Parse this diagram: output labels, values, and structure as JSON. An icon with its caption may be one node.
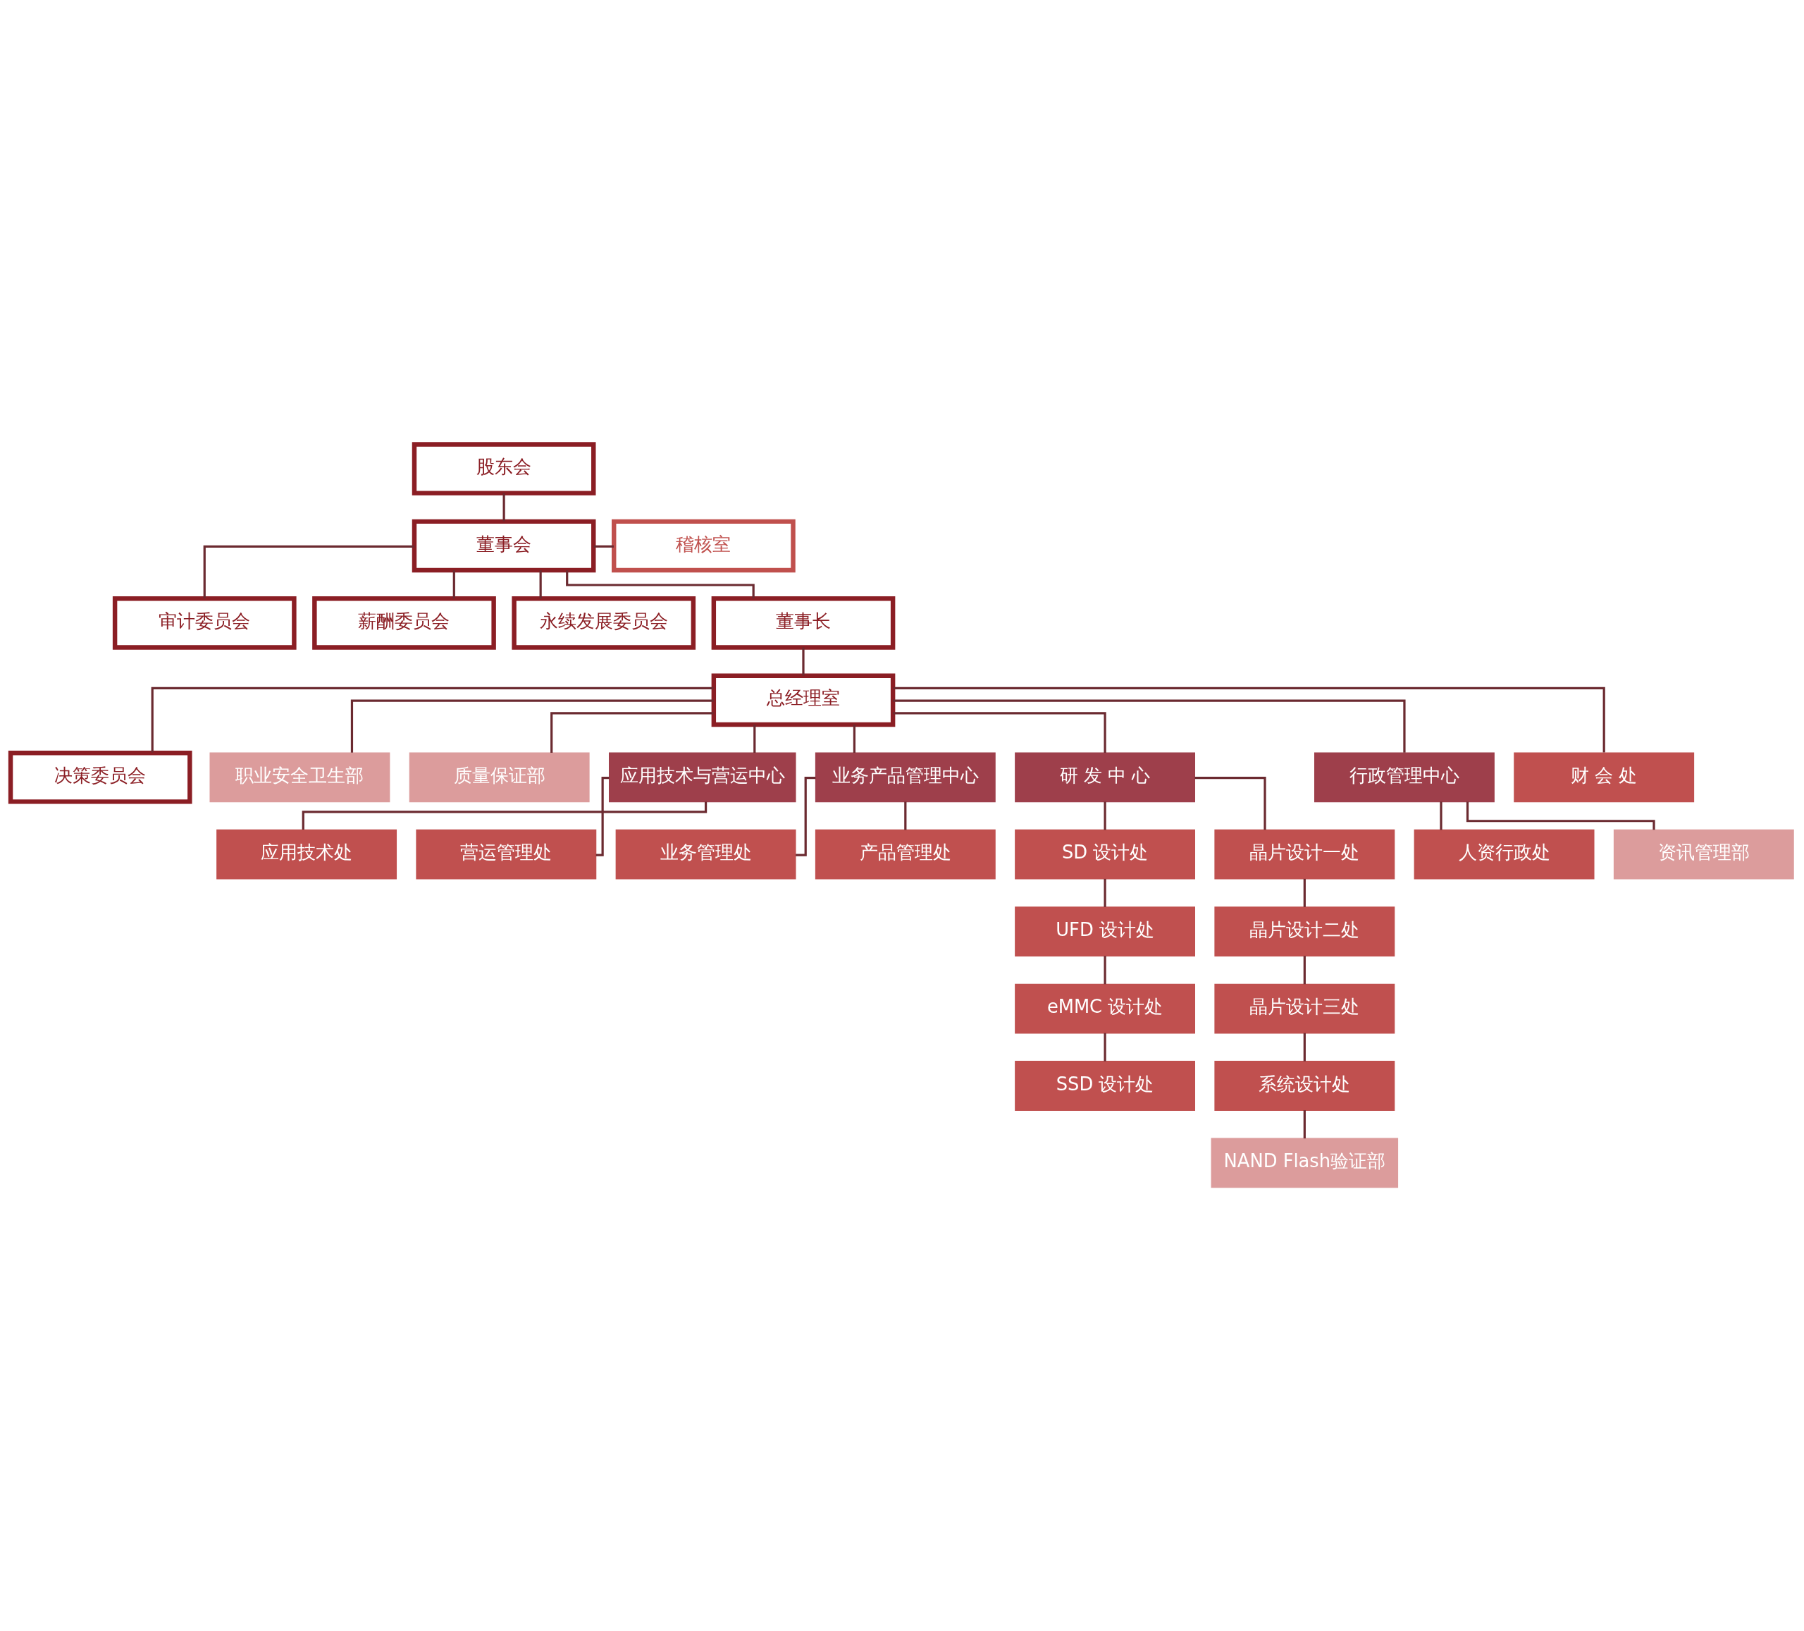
{
  "diagram": {
    "nodes": [
      {
        "text": [
          "股东会"
        ]
      },
      {
        "text": [
          "董事会"
        ]
      },
      {
        "text": [
          "审计委员会"
        ]
      },
      {
        "text": [
          "薪酬委员会"
        ]
      },
      {
        "text": [
          "永续发展委员会"
        ]
      },
      {
        "text": [
          "稽核室"
        ]
      },
      {
        "text": [
          "董事长"
        ]
      },
      {
        "text": [
          "总经理室"
        ]
      },
      {
        "text": [
          "决策委员会"
        ]
      },
      {
        "text": [
          "职业安全卫生部"
        ]
      },
      {
        "text": [
          "质量保证部"
        ]
      },
      {
        "text": [
          "应用技术与营运中心"
        ]
      },
      {
        "text": [
          "应用技术处"
        ]
      },
      {
        "text": [
          "营运管理处"
        ]
      },
      {
        "text": [
          "业务产品管理中心"
        ]
      },
      {
        "text": [
          "业务管理处"
        ]
      },
      {
        "text": [
          "产品管理处"
        ]
      },
      {
        "text": [
          "研 发 中 心"
        ]
      },
      {
        "text": [
          "SD 设计处"
        ]
      },
      {
        "text": [
          "UFD 设计处"
        ]
      },
      {
        "text": [
          "eMMC 设计处"
        ]
      },
      {
        "text": [
          "SSD 设计处"
        ]
      },
      {
        "text": [
          "晶片设计一处"
        ]
      },
      {
        "text": [
          "晶片设计二处"
        ]
      },
      {
        "text": [
          "晶片设计三处"
        ]
      },
      {
        "text": [
          "系统设计处"
        ]
      },
      {
        "text": [
          "NAND Flash验证部"
        ]
      },
      {
        "text": [
          "行政管理中心"
        ]
      },
      {
        "text": [
          "人资行政处"
        ]
      },
      {
        "text": [
          "资讯管理部"
        ]
      },
      {
        "text": [
          "财 会 处"
        ]
      }
    ],
    "edges": [
      {
        "from": 0,
        "to": 1,
        "arrow": "none"
      },
      {
        "from": 1,
        "to": 6,
        "arrow": "none"
      },
      {
        "from": 1,
        "to": 2,
        "arrow": "none"
      },
      {
        "from": 1,
        "to": 3,
        "arrow": "none"
      },
      {
        "from": 1,
        "to": 4,
        "arrow": "none"
      },
      {
        "from": 1,
        "to": 5,
        "arrow": "none"
      },
      {
        "from": 6,
        "to": 7,
        "arrow": "none"
      },
      {
        "from": 7,
        "to": 8,
        "arrow": "none"
      },
      {
        "from": 7,
        "to": 9,
        "arrow": "none"
      },
      {
        "from": 7,
        "to": 10,
        "arrow": "none"
      },
      {
        "from": 7,
        "to": 11,
        "arrow": "none"
      },
      {
        "from": 7,
        "to": 14,
        "arrow": "none"
      },
      {
        "from": 7,
        "to": 17,
        "arrow": "none"
      },
      {
        "from": 7,
        "to": 27,
        "arrow": "none"
      },
      {
        "from": 7,
        "to": 30,
        "arrow": "none"
      },
      {
        "from": 11,
        "to": 12,
        "arrow": "none"
      },
      {
        "from": 11,
        "to": 13,
        "arrow": "none"
      },
      {
        "from": 14,
        "to": 15,
        "arrow": "none"
      },
      {
        "from": 14,
        "to": 16,
        "arrow": "none"
      },
      {
        "from": 17,
        "to": 18,
        "arrow": "none"
      },
      {
        "from": 17,
        "to": 22,
        "arrow": "none"
      },
      {
        "from": 18,
        "to": 19,
        "arrow": "none"
      },
      {
        "from": 19,
        "to": 20,
        "arrow": "none"
      },
      {
        "from": 20,
        "to": 21,
        "arrow": "none"
      },
      {
        "from": 22,
        "to": 23,
        "arrow": "none"
      },
      {
        "from": 23,
        "to": 24,
        "arrow": "none"
      },
      {
        "from": 24,
        "to": 25,
        "arrow": "none"
      },
      {
        "from": 25,
        "to": 26,
        "arrow": "none"
      },
      {
        "from": 27,
        "to": 28,
        "arrow": "none"
      },
      {
        "from": 27,
        "to": 29,
        "arrow": "none"
      }
    ]
  }
}
